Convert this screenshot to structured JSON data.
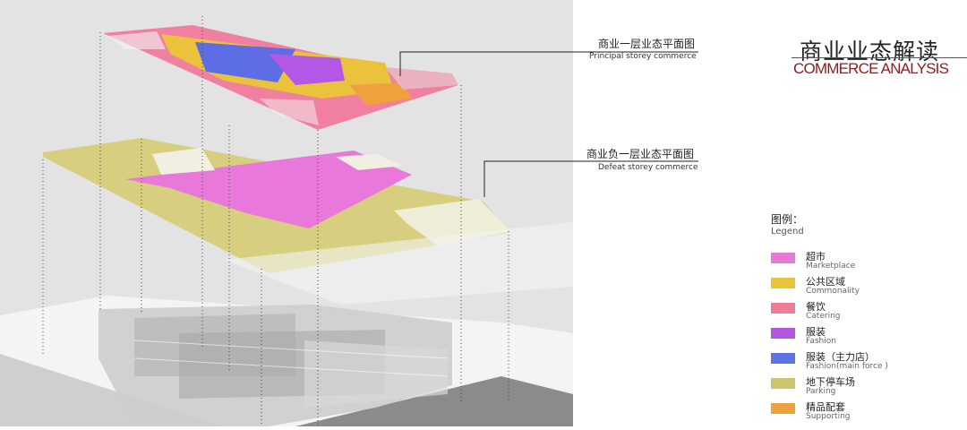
{
  "title": {
    "cn": "商业业态解读",
    "en": "COMMERCE ANALYSIS"
  },
  "labels": {
    "upper": {
      "cn": "商业一层业态平面图",
      "en": "Principal storey commerce"
    },
    "lower": {
      "cn": "商业负一层业态平面图",
      "en": "Defeat storey commerce"
    }
  },
  "legend": {
    "title_cn": "图例：",
    "title_en": "Legend",
    "items": [
      {
        "cn": "超市",
        "en": "Marketplace",
        "color": "#e77ad6"
      },
      {
        "cn": "公共区域",
        "en": "Commonality",
        "color": "#e9c43b"
      },
      {
        "cn": "餐饮",
        "en": "Catering",
        "color": "#ee7f97"
      },
      {
        "cn": "服装",
        "en": "Fashion",
        "color": "#b357e2"
      },
      {
        "cn": "服装（主力店）",
        "en": "Fashion(main force )",
        "color": "#5d72e3"
      },
      {
        "cn": "地下停车场",
        "en": "Parking",
        "color": "#ccc46f"
      },
      {
        "cn": "精品配套",
        "en": "Supporting",
        "color": "#eea13d"
      }
    ]
  }
}
